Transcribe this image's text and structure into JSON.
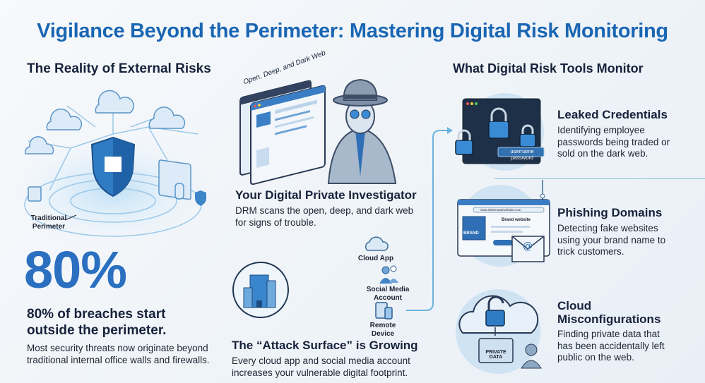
{
  "title": "Vigilance Beyond the Perimeter: Mastering Digital Risk Monitoring",
  "left": {
    "heading": "The Reality of External Risks",
    "perimeter_label": "Traditional Perimeter",
    "stat_value": "80%",
    "stat_headline": "80% of breaches start outside the perimeter.",
    "body": "Most security threats now originate beyond traditional internal office walls and firewalls."
  },
  "middle": {
    "browser_caption": "Open, Deep, and Dark Web",
    "investigator_title": "Your Digital Private Investigator",
    "investigator_body": "DRM scans the open, deep, and dark web for signs of trouble.",
    "surface_items": [
      "Cloud App",
      "Social Media Account",
      "Remote Device"
    ],
    "surface_title": "The “Attack Surface” is Growing",
    "surface_body": "Every cloud app and social media account increases your vulnerable digital footprint."
  },
  "right": {
    "heading": "What Digital Risk Tools Monitor",
    "items": [
      {
        "title": "Leaked Credentials",
        "body": "Identifying employee passwords being traded or sold on the dark web.",
        "image_text": "username password",
        "icon": "lock-icon"
      },
      {
        "title": "Phishing Domains",
        "body": "Detecting fake websites using your brand name to trick customers.",
        "image_text": "Brand website",
        "brand_label": "BRAND",
        "url": "www.sistemoatewebsite.com",
        "icon": "phishing-hook-icon"
      },
      {
        "title": "Cloud Misconfigurations",
        "body": "Finding private data that has been accidentally left public on the web.",
        "image_text": "PRIVATE DATA",
        "icon": "cloud-unlock-icon"
      }
    ]
  },
  "colors": {
    "accent": "#1a66b3",
    "stat": "#2a6fc0",
    "heading": "#17223b",
    "light_blue": "#cfe3f3",
    "dark_panel": "#1d3047"
  }
}
